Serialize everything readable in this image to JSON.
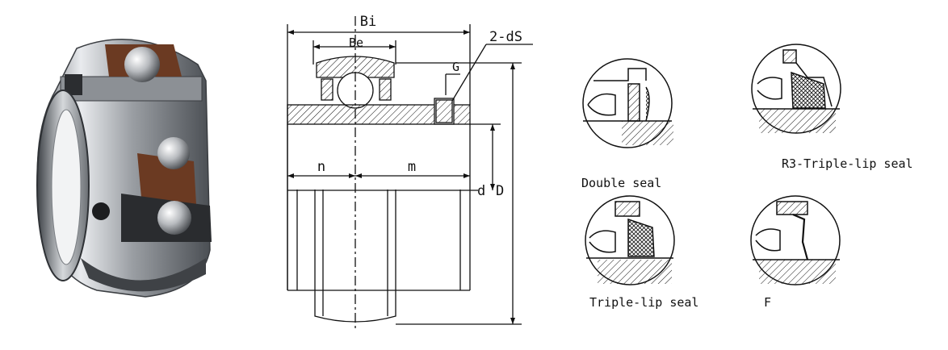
{
  "drawing": {
    "dims": {
      "bi": "Bi",
      "be": "Be",
      "ds": "2-dS",
      "g": "G",
      "n": "n",
      "m": "m",
      "d": "d",
      "D": "D"
    }
  },
  "seals": [
    {
      "label": "Double seal"
    },
    {
      "label": "R3-Triple-lip seal"
    },
    {
      "label": "Triple-lip seal"
    },
    {
      "label": "F"
    }
  ],
  "colors": {
    "steel": "#b9bcc0",
    "steel_dark": "#5a5e63",
    "seal_brown": "#6b3a22",
    "ink": "#111111"
  }
}
